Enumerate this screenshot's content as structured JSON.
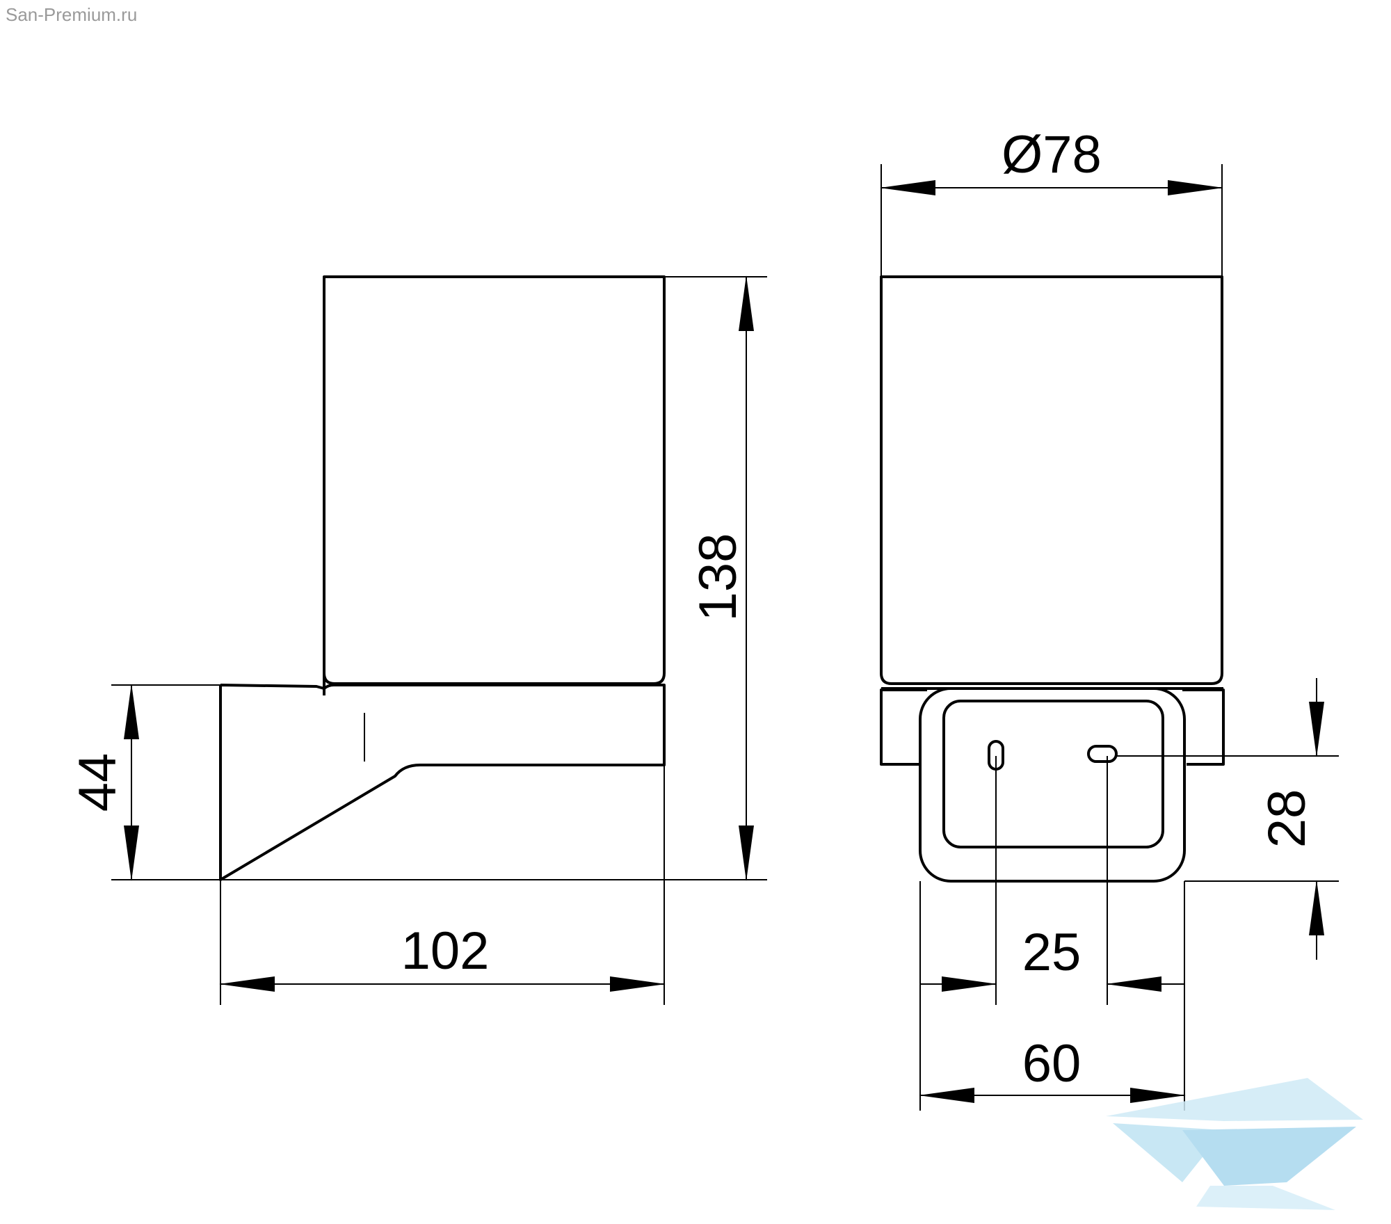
{
  "watermark": {
    "text": "San-Premium.ru"
  },
  "dimensions": {
    "height_total": "138",
    "base_height": "44",
    "depth": "102",
    "diameter": "Ø78",
    "hole_spacing": "25",
    "plate_width": "60",
    "hole_height": "28"
  },
  "colors": {
    "line": "#000000",
    "logo": "#bfe3f3"
  }
}
